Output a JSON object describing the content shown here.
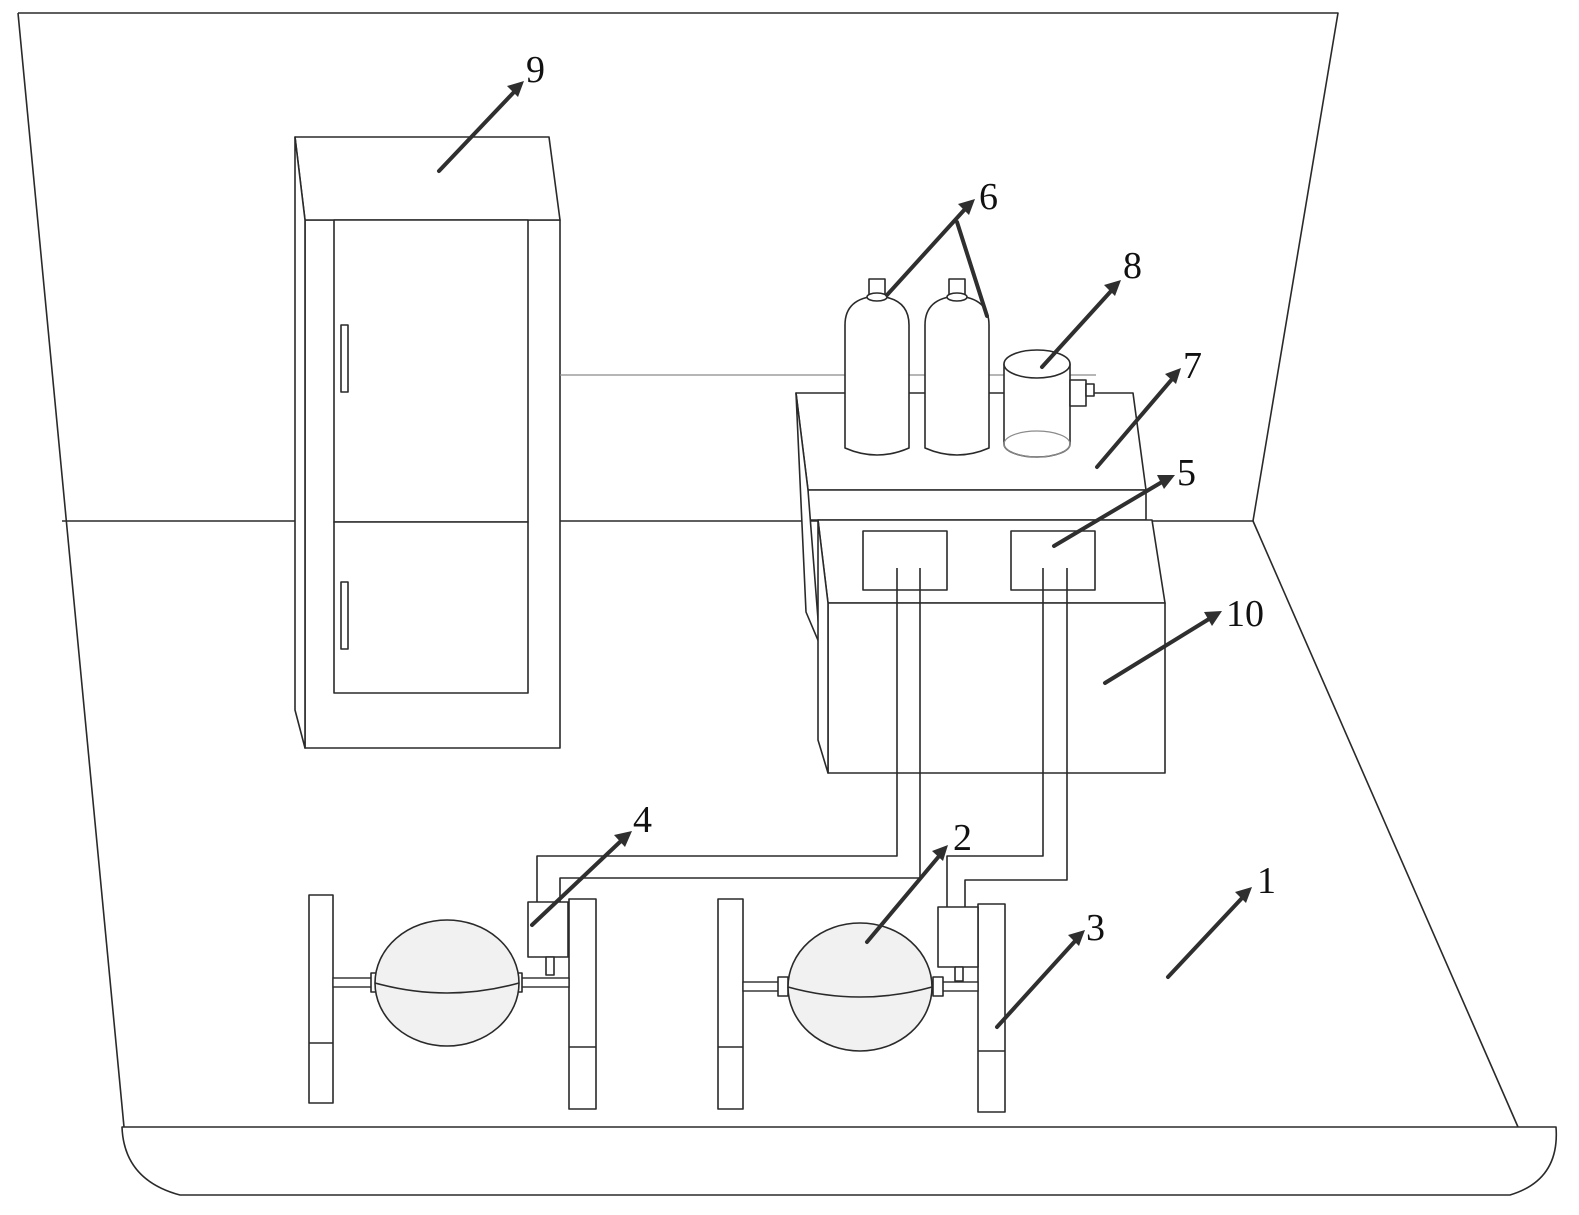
{
  "figure": {
    "callouts": [
      {
        "id": "1",
        "label": "1"
      },
      {
        "id": "2",
        "label": "2"
      },
      {
        "id": "3",
        "label": "3"
      },
      {
        "id": "4",
        "label": "4"
      },
      {
        "id": "5",
        "label": "5"
      },
      {
        "id": "6",
        "label": "6"
      },
      {
        "id": "7",
        "label": "7"
      },
      {
        "id": "8",
        "label": "8"
      },
      {
        "id": "9",
        "label": "9"
      },
      {
        "id": "10",
        "label": "10"
      }
    ]
  },
  "colors": {
    "stroke": "#2a2a2a",
    "sphere_fill": "#f1f1f1",
    "background": "#ffffff"
  }
}
